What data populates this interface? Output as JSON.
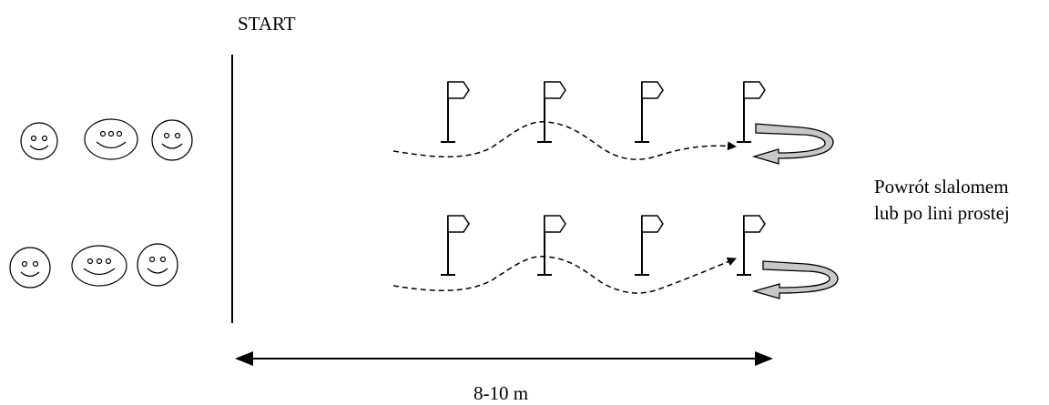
{
  "start_label": "START",
  "return_note": {
    "line1": "Powrót slalomem",
    "line2": "lub po lini prostej"
  },
  "distance_label": "8-10 m",
  "players_per_row": 3,
  "rows": 2,
  "flags_per_row": 4
}
